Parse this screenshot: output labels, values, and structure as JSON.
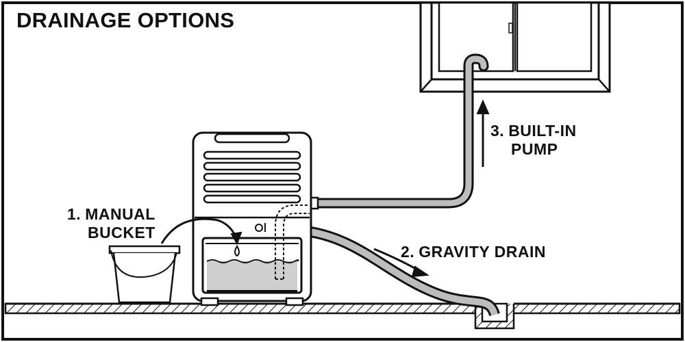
{
  "title": "DRAINAGE OPTIONS",
  "options": [
    {
      "number": "1.",
      "line1": "MANUAL",
      "line2": "BUCKET"
    },
    {
      "number": "2.",
      "line1": "GRAVITY DRAIN",
      "line2": ""
    },
    {
      "number": "3.",
      "line1": "BUILT-IN",
      "line2": "PUMP"
    }
  ],
  "colors": {
    "stroke": "#111111",
    "water": "#cfcfcf",
    "hose": "#bdbdbd",
    "background": "#ffffff"
  }
}
